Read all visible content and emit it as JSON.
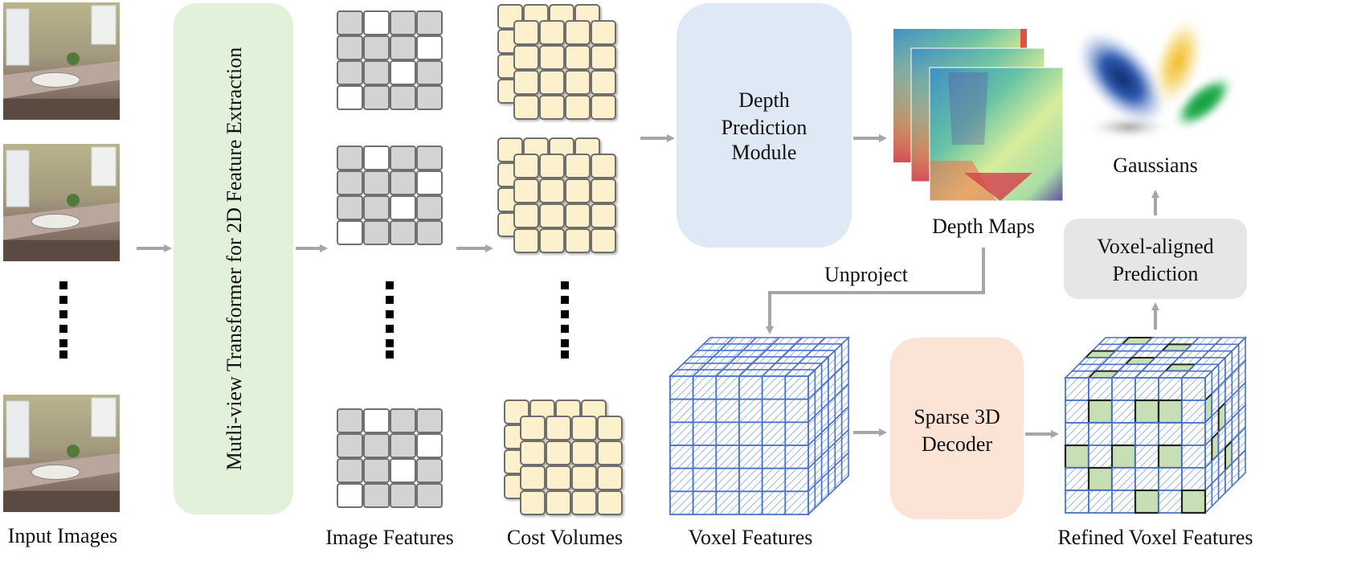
{
  "labels": {
    "input_images": "Input Images",
    "transformer": "Mutli-view Transformer for 2D Feature Extraction",
    "image_features": "Image Features",
    "cost_volumes": "Cost Volumes",
    "depth_module_line1": "Depth",
    "depth_module_line2": "Prediction",
    "depth_module_line3": "Module",
    "depth_maps": "Depth Maps",
    "unproject": "Unproject",
    "voxel_features": "Voxel Features",
    "sparse_decoder_line1": "Sparse 3D",
    "sparse_decoder_line2": "Decoder",
    "refined_voxel_features": "Refined Voxel Features",
    "voxel_prediction_line1": "Voxel-aligned",
    "voxel_prediction_line2": "Prediction",
    "gaussians": "Gaussians"
  },
  "colors": {
    "transformer_fill": "#e2f1da",
    "depth_module_fill": "#dfe9f5",
    "decoder_fill": "#fbe3d6",
    "prediction_fill": "#e6e6e6",
    "cost_volume_fill": "#fdf0cc",
    "feature_cell_gray": "#d3d3d3",
    "voxel_blue": "#4a73c8",
    "refined_green": "#c6dfb5",
    "arrow_gray": "#a6a6a6"
  }
}
